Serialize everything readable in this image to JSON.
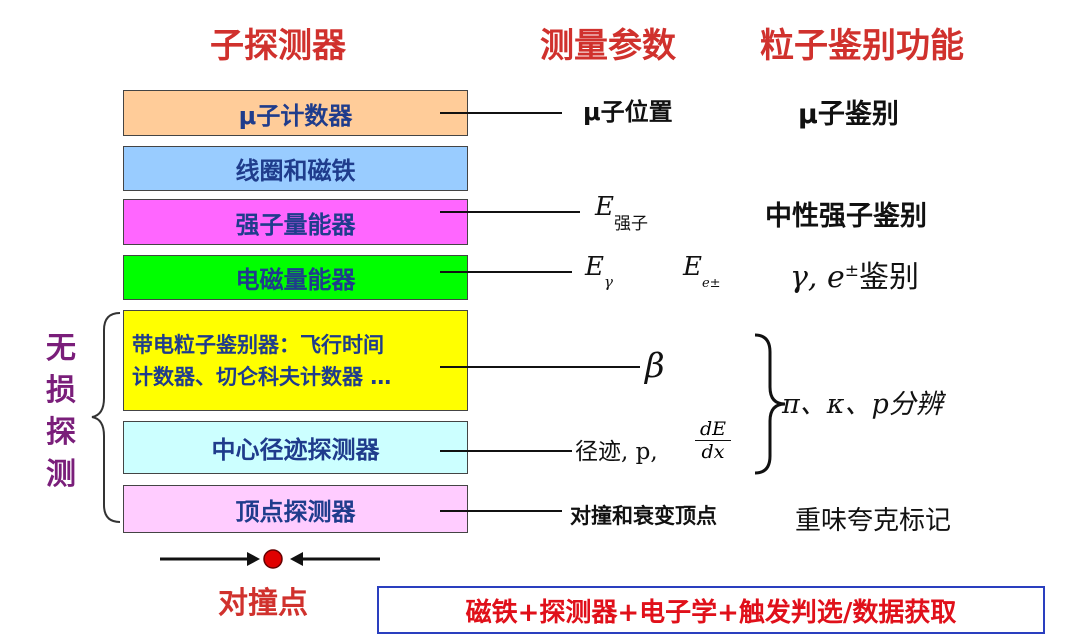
{
  "headers": {
    "detector": "子探测器",
    "measurement": "测量参数",
    "pid": "粒子鉴别功能"
  },
  "layers": [
    {
      "label": "μ子计数器",
      "color": "#FFCC99"
    },
    {
      "label": "线圈和磁铁",
      "color": "#99CCFF"
    },
    {
      "label": "强子量能器",
      "color": "#FF66FF"
    },
    {
      "label": "电磁量能器",
      "color": "#00FF00"
    },
    {
      "label_line1": "带电粒子鉴别器：飞行时间",
      "label_line2": "计数器、切仑科夫计数器 …",
      "color": "#FFFF00"
    },
    {
      "label": "中心径迹探测器",
      "color": "#CCFFFF"
    },
    {
      "label": "顶点探测器",
      "color": "#FFCCFF"
    }
  ],
  "measurements": {
    "muon": "μ子位置",
    "hadron_E": "E",
    "hadron_sub": "强子",
    "em_Eg": "E",
    "em_g_sub": "γ",
    "em_Ee": "E",
    "em_e_sub": "e±",
    "beta": "β",
    "tracking": "径迹, p,",
    "dE": "dE",
    "dx": "dx",
    "vertex": "对撞和衰变顶点"
  },
  "pid": {
    "muon": "μ子鉴别",
    "neutral": "中性强子鉴别",
    "gamma_e": "γ, e",
    "gamma_e_sup": "±",
    "gamma_e_suffix": "鉴别",
    "hadrons": "π、κ、p分辨",
    "flavor": "重味夸克标记"
  },
  "left_label": "无损探测",
  "collision_point": "对撞点",
  "bottom_banner": "磁铁+探测器+电子学+触发判选/数据获取"
}
